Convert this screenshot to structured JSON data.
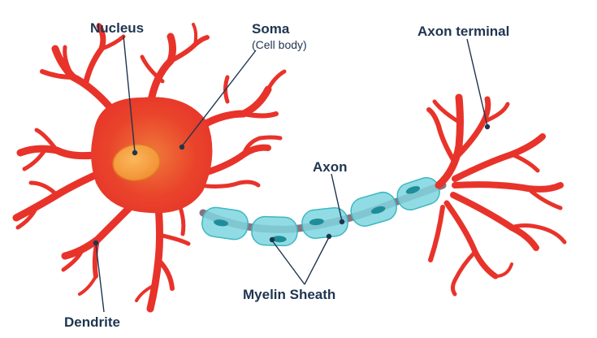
{
  "labels": {
    "nucleus": "Nucleus",
    "soma": "Soma",
    "soma_sub": "(Cell body)",
    "axon_terminal": "Axon terminal",
    "axon": "Axon",
    "myelin_sheath": "Myelin Sheath",
    "dendrite": "Dendrite"
  },
  "colors": {
    "neuron": "#e8332a",
    "soma_center": "#f07a3a",
    "nucleus": "#f49a3a",
    "myelin": "#7ed6df",
    "myelin_edge": "#3db7c3",
    "myelin_dot": "#1e8d99",
    "axon_core": "#8a7381",
    "leader": "#1f3550"
  }
}
